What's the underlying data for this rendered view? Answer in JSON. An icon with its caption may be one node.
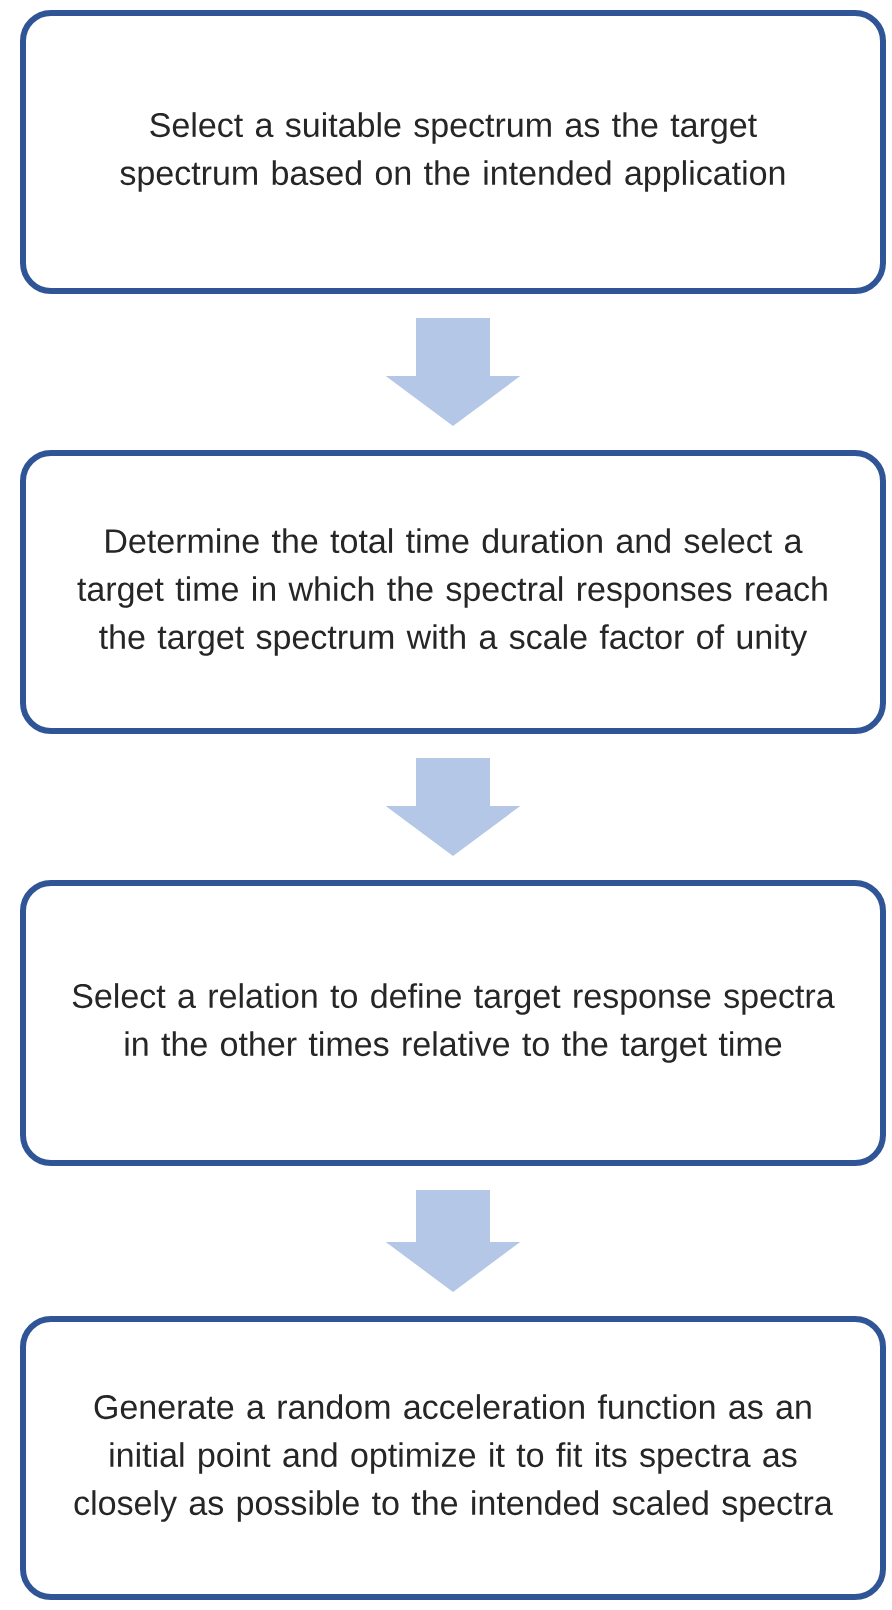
{
  "diagram": {
    "nodes": [
      {
        "text": [
          "Select a suitable spectrum as the target spectrum based on the intended application"
        ]
      },
      {
        "text": [
          "Determine the total time duration and select a target time in which the spectral responses reach the target spectrum with a scale factor of unity"
        ]
      },
      {
        "text": [
          "Select a relation to define target response spectra in the other times relative to the target time"
        ]
      },
      {
        "text": [
          "Generate a random acceleration function as an initial point and optimize it to fit its spectra as closely as possible to the intended scaled spectra"
        ]
      }
    ],
    "edges": [
      {
        "from": 0,
        "to": 1,
        "arrow": "to"
      },
      {
        "from": 1,
        "to": 2,
        "arrow": "to"
      },
      {
        "from": 2,
        "to": 3,
        "arrow": "to"
      }
    ]
  }
}
